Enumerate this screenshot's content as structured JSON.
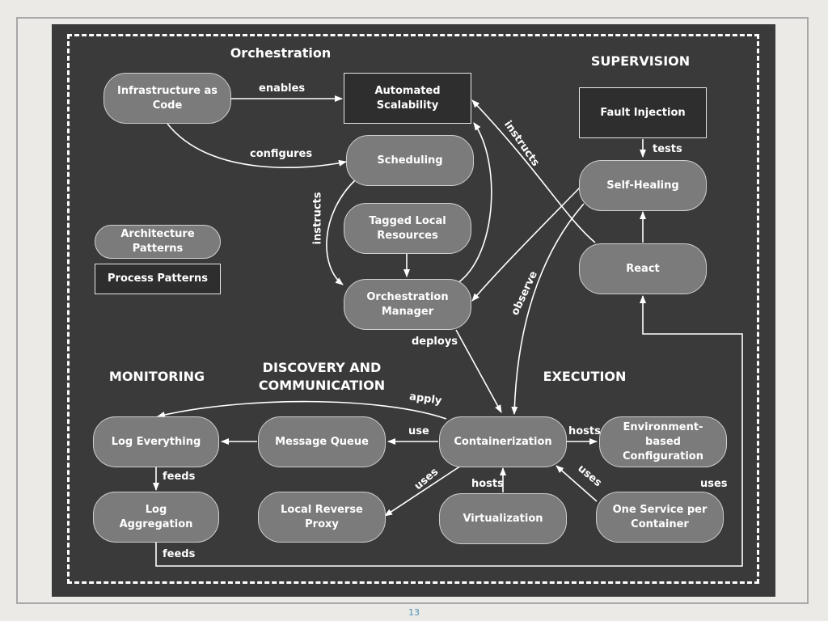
{
  "sections": {
    "orchestration": "Orchestration",
    "supervision": "SUPERVISION",
    "monitoring": "MONITORING",
    "discovery": "DISCOVERY AND\nCOMMUNICATION",
    "execution": "EXECUTION"
  },
  "legend": {
    "architecture_patterns": "Architecture\nPatterns",
    "process_patterns": "Process Patterns"
  },
  "nodes": {
    "infrastructure_as_code": "Infrastructure as\nCode",
    "automated_scalability": "Automated\nScalability",
    "scheduling": "Scheduling",
    "tagged_local_resources": "Tagged Local\nResources",
    "orchestration_manager": "Orchestration\nManager",
    "fault_injection": "Fault Injection",
    "self_healing": "Self-Healing",
    "react": "React",
    "log_everything": "Log Everything",
    "message_queue": "Message Queue",
    "containerization": "Containerization",
    "environment_based_configuration": "Environment-\nbased\nConfiguration",
    "log_aggregation": "Log\nAggregation",
    "local_reverse_proxy": "Local Reverse\nProxy",
    "virtualization": "Virtualization",
    "one_service_per_container": "One Service per\nContainer"
  },
  "edges": {
    "enables": "enables",
    "configures": "configures",
    "instructs_left": "instructs",
    "instructs_right": "instructs",
    "tests": "tests",
    "observe": "observe",
    "deploys": "deploys",
    "apply": "apply",
    "use": "use",
    "hosts_right": "hosts",
    "uses_left": "uses",
    "hosts_bottom": "hosts",
    "uses_right": "uses",
    "uses_far_right": "uses",
    "feeds_top": "feeds",
    "feeds_bottom": "feeds"
  },
  "page_number": "13"
}
